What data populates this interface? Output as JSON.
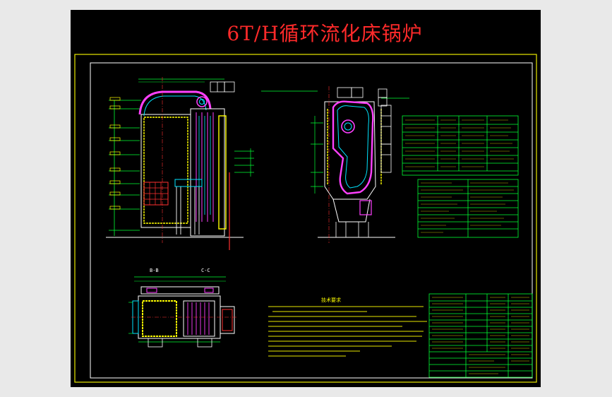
{
  "title": "6T/H循环流化床锅炉",
  "colors": {
    "background": "#000000",
    "frame": "#e8e800",
    "title": "#ff2a2a",
    "lines": "#ffffff",
    "accent_magenta": "#ff40ff",
    "accent_cyan": "#00e5ff",
    "accent_green": "#00ff33",
    "accent_yellow": "#ffff00",
    "accent_red": "#ff3030"
  },
  "views": {
    "section_b": "B-B",
    "section_c": "C-C"
  },
  "notes_title": "技术要求"
}
